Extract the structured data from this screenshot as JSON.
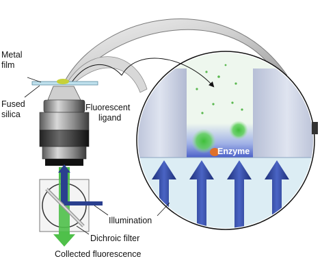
{
  "labels": {
    "metal_film": [
      "Metal",
      "film"
    ],
    "fused_silica": [
      "Fused",
      "silica"
    ],
    "fluorescent_ligand": [
      "Fluorescent",
      "ligand"
    ],
    "enzyme": "Enzyme",
    "illumination": "Illumination",
    "dichroic_filter": "Dichroic filter",
    "collected_fluorescence": "Collected fluorescence"
  },
  "colors": {
    "illumination_blue": "#2a3f8f",
    "fluorescence_green": "#4fc04a",
    "enzyme_orange": "#e0702a",
    "well_wall": "#c9d0e2",
    "solution": "#eef7ee",
    "glass": "#d9ecf3",
    "funnel_gray": "#d2d2d2"
  }
}
